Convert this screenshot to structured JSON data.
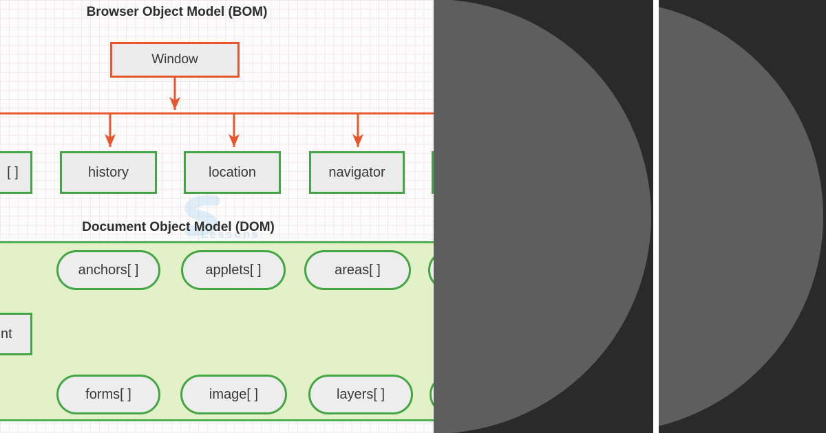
{
  "titles": {
    "bom": "Browser Object Model (BOM)",
    "dom": "Document Object Model (DOM)"
  },
  "bom": {
    "root_label": "Window",
    "nodes": [
      {
        "label": "[ ]"
      },
      {
        "label": "history"
      },
      {
        "label": "location"
      },
      {
        "label": "navigator"
      }
    ]
  },
  "dom": {
    "left_box_label": "nt",
    "top_nodes": [
      {
        "label": "anchors[ ]"
      },
      {
        "label": "applets[ ]"
      },
      {
        "label": "areas[ ]"
      }
    ],
    "bottom_nodes": [
      {
        "label": "forms[ ]"
      },
      {
        "label": "image[ ]"
      },
      {
        "label": "layers[ ]"
      }
    ]
  },
  "watermark": {
    "text": "Lessons"
  },
  "colors": {
    "orange": "#e8572b",
    "green": "#43a543",
    "panel_border": "#4caf50",
    "panel_fill": "#e2f1c8",
    "node_fill": "#ededed",
    "dark_panel": "#2a2a2a",
    "circle_gray": "#5e5e5e",
    "divider": "#ffffff",
    "watermark_blue": "#cfe3f2"
  }
}
